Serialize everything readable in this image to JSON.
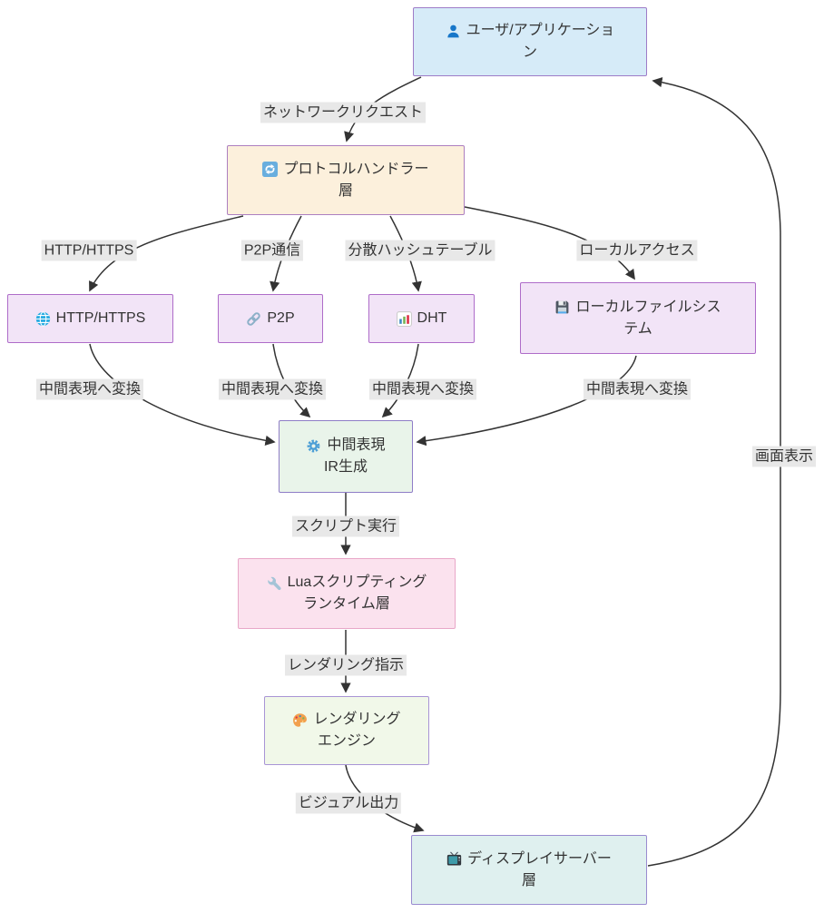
{
  "diagram_type": "flowchart",
  "colors": {
    "background": "#ffffff",
    "edge": "#333333",
    "text": "#333333",
    "edge_label_bg": "#e8e8e8"
  },
  "nodes": {
    "user": {
      "icon": "user-icon",
      "lines": [
        "ユーザ/アプリケーショ",
        "ン"
      ],
      "fill": "#d6ebf8",
      "stroke": "#9e7cc8"
    },
    "protocol": {
      "icon": "sync-icon",
      "lines": [
        "プロトコルハンドラー",
        "層"
      ],
      "fill": "#fcf0dc",
      "stroke": "#ad7fc0"
    },
    "http": {
      "icon": "globe-icon",
      "lines": [
        "HTTP/HTTPS"
      ],
      "fill": "#f2e4f7",
      "stroke": "#ae6cc9"
    },
    "p2p": {
      "icon": "link-icon",
      "lines": [
        "P2P"
      ],
      "fill": "#f2e4f7",
      "stroke": "#ae6cc9"
    },
    "dht": {
      "icon": "chart-icon",
      "lines": [
        "DHT"
      ],
      "fill": "#f2e4f7",
      "stroke": "#ae6cc9"
    },
    "localfs": {
      "icon": "floppy-icon",
      "lines": [
        "ローカルファイルシス",
        "テム"
      ],
      "fill": "#f2e4f7",
      "stroke": "#ae6cc9"
    },
    "ir": {
      "icon": "gear-icon",
      "lines": [
        "中間表現",
        "IR生成"
      ],
      "fill": "#e9f4ea",
      "stroke": "#8f7dc7"
    },
    "lua": {
      "icon": "wrench-icon",
      "lines": [
        "Luaスクリプティング",
        "ランタイム層"
      ],
      "fill": "#fbe2ee",
      "stroke": "#e8a7c8"
    },
    "render": {
      "icon": "palette-icon",
      "lines": [
        "レンダリング",
        "エンジン"
      ],
      "fill": "#f1f8e9",
      "stroke": "#a995d6"
    },
    "display": {
      "icon": "tv-icon",
      "lines": [
        "ディスプレイサーバー",
        "層"
      ],
      "fill": "#dff0ef",
      "stroke": "#9a8bd0"
    }
  },
  "edges": [
    {
      "from": "user",
      "to": "protocol",
      "label": "ネットワークリクエスト"
    },
    {
      "from": "protocol",
      "to": "http",
      "label": "HTTP/HTTPS"
    },
    {
      "from": "protocol",
      "to": "p2p",
      "label": "P2P通信"
    },
    {
      "from": "protocol",
      "to": "dht",
      "label": "分散ハッシュテーブル"
    },
    {
      "from": "protocol",
      "to": "localfs",
      "label": "ローカルアクセス"
    },
    {
      "from": "http",
      "to": "ir",
      "label": "中間表現へ変換"
    },
    {
      "from": "p2p",
      "to": "ir",
      "label": "中間表現へ変換"
    },
    {
      "from": "dht",
      "to": "ir",
      "label": "中間表現へ変換"
    },
    {
      "from": "localfs",
      "to": "ir",
      "label": "中間表現へ変換"
    },
    {
      "from": "ir",
      "to": "lua",
      "label": "スクリプト実行"
    },
    {
      "from": "lua",
      "to": "render",
      "label": "レンダリング指示"
    },
    {
      "from": "render",
      "to": "display",
      "label": "ビジュアル出力"
    },
    {
      "from": "display",
      "to": "user",
      "label": "画面表示"
    }
  ]
}
